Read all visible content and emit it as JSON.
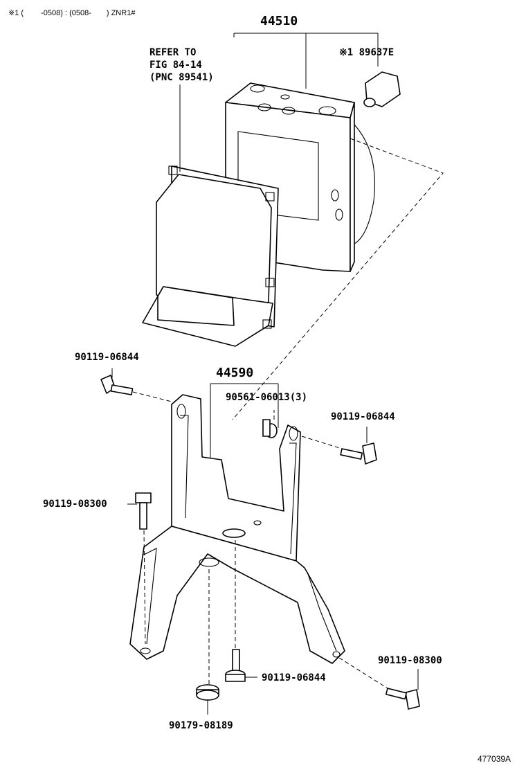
{
  "header": {
    "applicability": "※1 (　　 -0508) : (0508-　　) ZNR1#"
  },
  "labels": {
    "assembly_main": "44510",
    "refer_line1": "REFER TO",
    "refer_line2": "FIG 84-14",
    "refer_line3": "(PNC 89541)",
    "sensor": "※1 89637E",
    "bracket_assembly": "44590",
    "bolt_upper_left": "90119-06844",
    "grommet_qty": "90561-06013(3)",
    "bolt_upper_right": "90119-06844",
    "bolt_mid_left": "90119-08300",
    "bolt_lower_right": "90119-08300",
    "bolt_lower_center": "90119-06844",
    "nut_bottom": "90179-08189"
  },
  "footer": {
    "figure_id": "477039A"
  }
}
